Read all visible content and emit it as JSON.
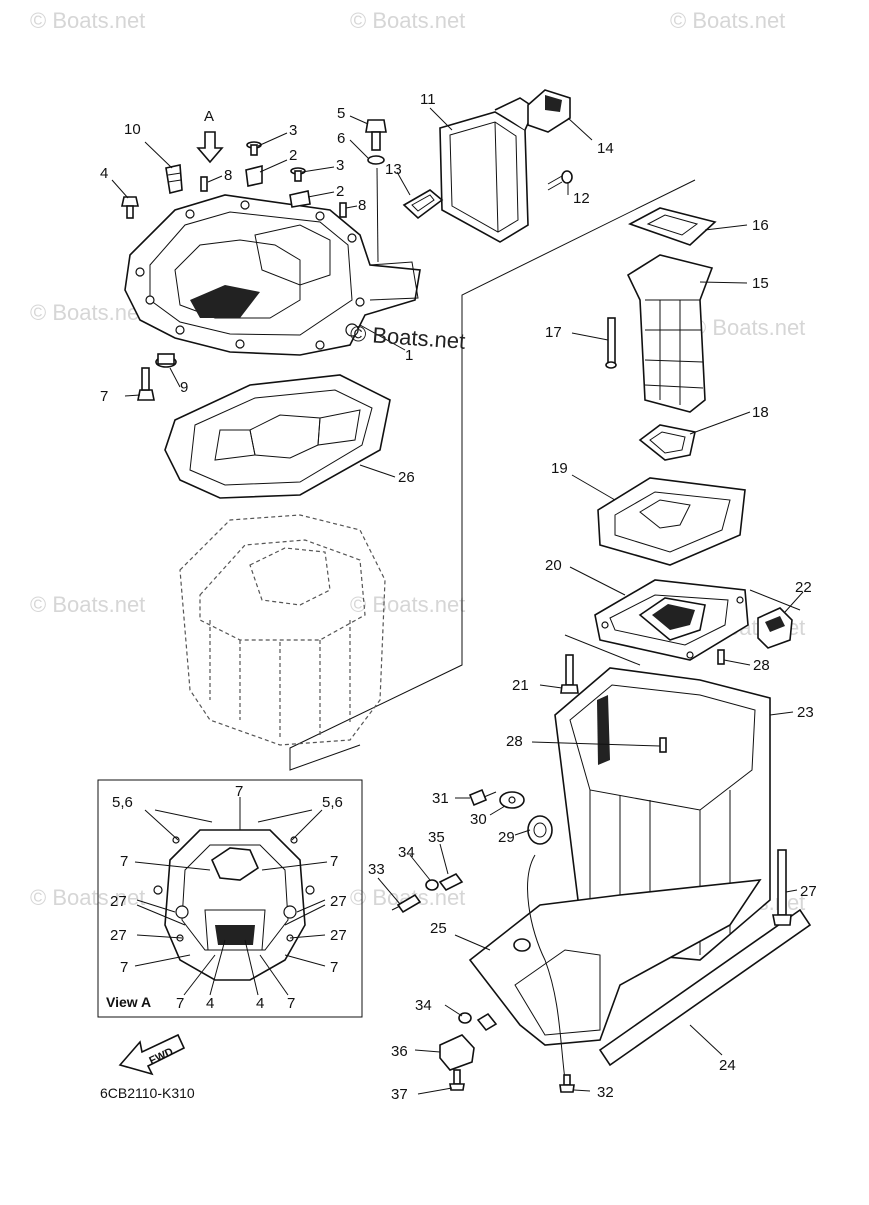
{
  "diagram": {
    "drawing_code": "6CB2110-K310",
    "view_label": "View A",
    "view_arrow_label": "A",
    "fwd_label": "FWD"
  },
  "watermarks": {
    "text": "Boats.net",
    "prominent_text": "Boats.net",
    "symbol": "©"
  },
  "callouts": [
    {
      "id": "c1",
      "text": "1"
    },
    {
      "id": "c2a",
      "text": "2"
    },
    {
      "id": "c2b",
      "text": "2"
    },
    {
      "id": "c3a",
      "text": "3"
    },
    {
      "id": "c3b",
      "text": "3"
    },
    {
      "id": "c4",
      "text": "4"
    },
    {
      "id": "c5",
      "text": "5"
    },
    {
      "id": "c6",
      "text": "6"
    },
    {
      "id": "c7",
      "text": "7"
    },
    {
      "id": "c8a",
      "text": "8"
    },
    {
      "id": "c8b",
      "text": "8"
    },
    {
      "id": "c9",
      "text": "9"
    },
    {
      "id": "c10",
      "text": "10"
    },
    {
      "id": "c11",
      "text": "11"
    },
    {
      "id": "c12",
      "text": "12"
    },
    {
      "id": "c13",
      "text": "13"
    },
    {
      "id": "c14",
      "text": "14"
    },
    {
      "id": "c15",
      "text": "15"
    },
    {
      "id": "c16",
      "text": "16"
    },
    {
      "id": "c17",
      "text": "17"
    },
    {
      "id": "c18",
      "text": "18"
    },
    {
      "id": "c19",
      "text": "19"
    },
    {
      "id": "c20",
      "text": "20"
    },
    {
      "id": "c21",
      "text": "21"
    },
    {
      "id": "c22",
      "text": "22"
    },
    {
      "id": "c23",
      "text": "23"
    },
    {
      "id": "c24",
      "text": "24"
    },
    {
      "id": "c25",
      "text": "25"
    },
    {
      "id": "c26",
      "text": "26"
    },
    {
      "id": "c27",
      "text": "27"
    },
    {
      "id": "c28a",
      "text": "28"
    },
    {
      "id": "c28b",
      "text": "28"
    },
    {
      "id": "c29",
      "text": "29"
    },
    {
      "id": "c30",
      "text": "30"
    },
    {
      "id": "c31",
      "text": "31"
    },
    {
      "id": "c32",
      "text": "32"
    },
    {
      "id": "c33",
      "text": "33"
    },
    {
      "id": "c34a",
      "text": "34"
    },
    {
      "id": "c34b",
      "text": "34"
    },
    {
      "id": "c35",
      "text": "35"
    },
    {
      "id": "c36",
      "text": "36"
    },
    {
      "id": "c37",
      "text": "37"
    }
  ],
  "view_a_callouts": [
    {
      "id": "v7top",
      "text": "7"
    },
    {
      "id": "v56l",
      "text": "5,6"
    },
    {
      "id": "v56r",
      "text": "5,6"
    },
    {
      "id": "v7l1",
      "text": "7"
    },
    {
      "id": "v7r1",
      "text": "7"
    },
    {
      "id": "v27l1",
      "text": "27"
    },
    {
      "id": "v27r1",
      "text": "27"
    },
    {
      "id": "v27l2",
      "text": "27"
    },
    {
      "id": "v27r2",
      "text": "27"
    },
    {
      "id": "v7l2",
      "text": "7"
    },
    {
      "id": "v7r2",
      "text": "7"
    },
    {
      "id": "v7b1",
      "text": "7"
    },
    {
      "id": "v4a",
      "text": "4"
    },
    {
      "id": "v4b",
      "text": "4"
    },
    {
      "id": "v7b2",
      "text": "7"
    }
  ],
  "colors": {
    "ink": "#111111",
    "paper": "#ffffff",
    "watermark": "#d6d6d6"
  }
}
